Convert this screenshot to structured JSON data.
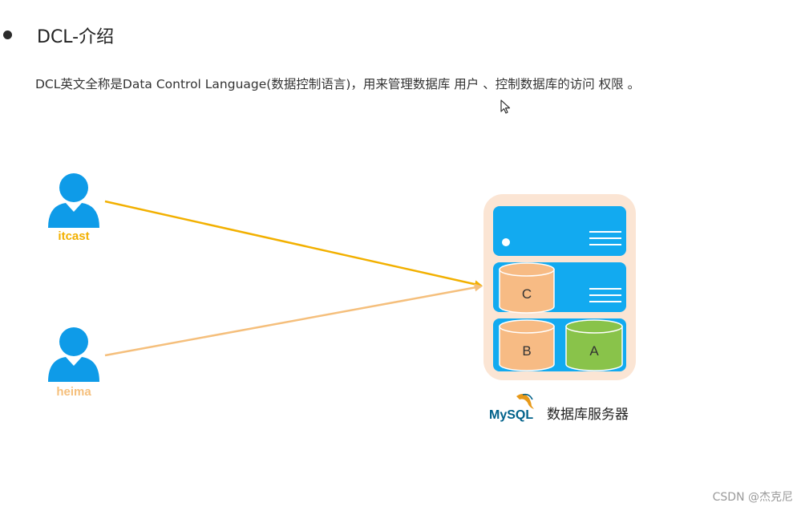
{
  "header": {
    "title": "DCL-介绍"
  },
  "description": "DCL英文全称是Data Control Language(数据控制语言)，用来管理数据库 用户 、控制数据库的访问 权限 。",
  "users": [
    {
      "name": "itcast",
      "color": "#f2b000"
    },
    {
      "name": "heima",
      "color": "#f5bf7c"
    }
  ],
  "user_icon_color": "#0e9be8",
  "server": {
    "background": "#fbe5d4",
    "panel_color": "#12aaf0",
    "databases": [
      {
        "label": "C",
        "color": "#f7bb84"
      },
      {
        "label": "B",
        "color": "#f7bb84"
      },
      {
        "label": "A",
        "color": "#89c34a"
      }
    ],
    "logo_text": "MySQL",
    "label": "数据库服务器"
  },
  "watermark": "CSDN @杰克尼"
}
